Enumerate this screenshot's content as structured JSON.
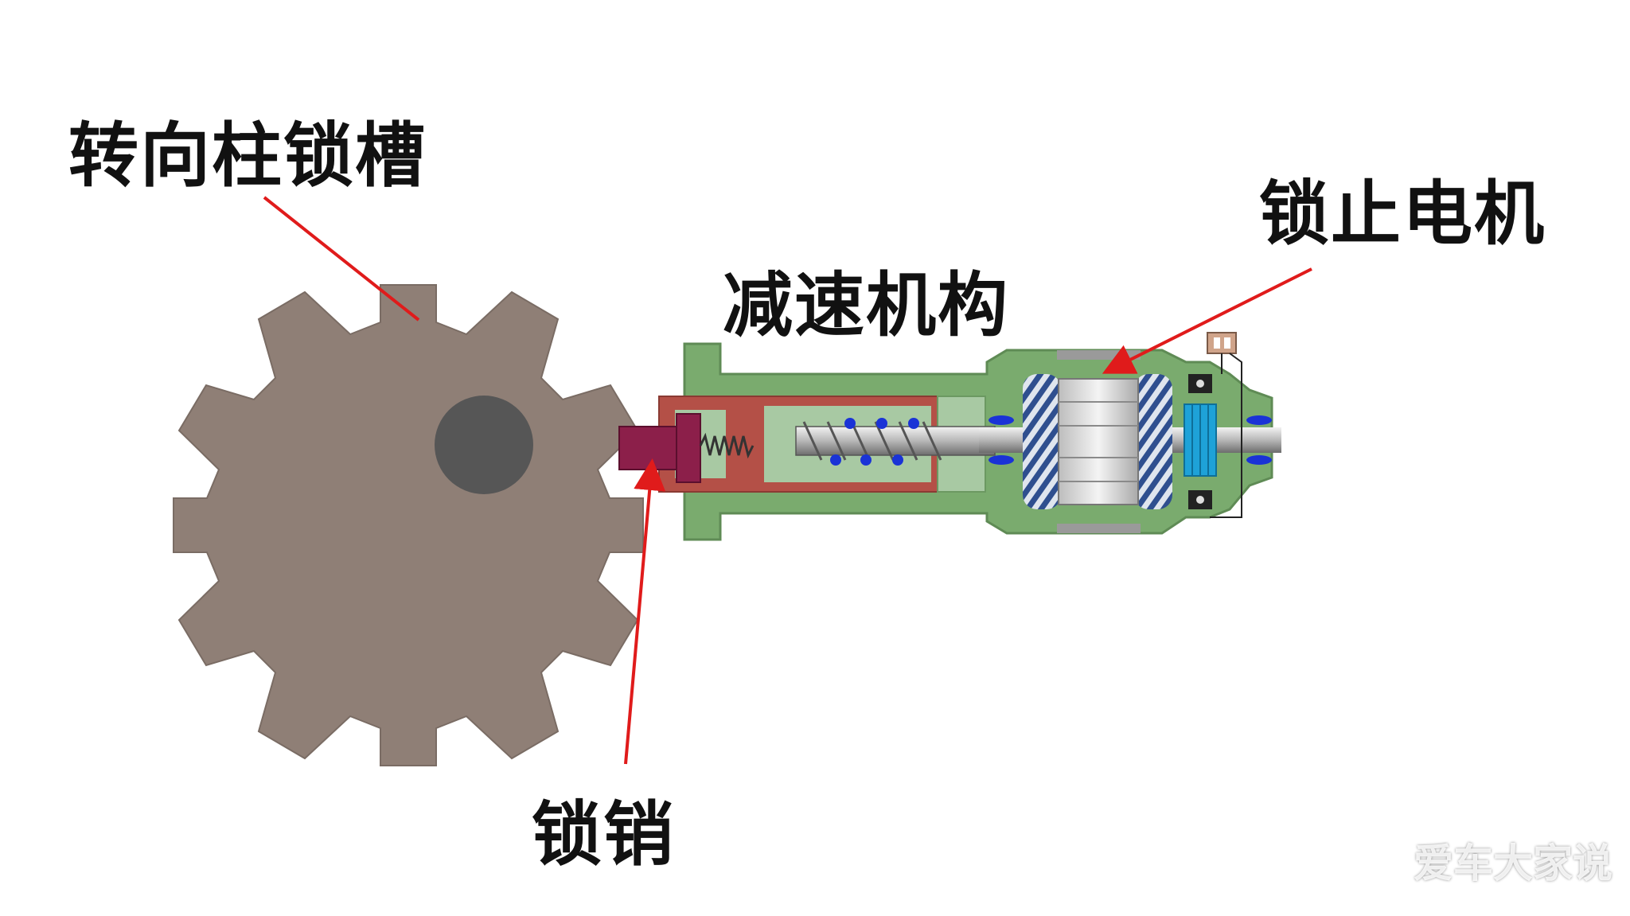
{
  "labels": {
    "steering_column_lock_slot": "转向柱锁槽",
    "reduction_mechanism": "减速机构",
    "lock_motor": "锁止电机",
    "lock_pin": "锁销"
  },
  "watermark": "爱车大家说",
  "colors": {
    "gear": "#8f7f76",
    "gear_hub": "#565656",
    "housing": "#7aab6e",
    "inner_chamber": "#b45047",
    "lock_pin": "#8c1f4a",
    "annotation_arrow": "#e01b1b",
    "bearing_blue": "#1a33d6",
    "motor_winding": "#3a5a9a"
  }
}
